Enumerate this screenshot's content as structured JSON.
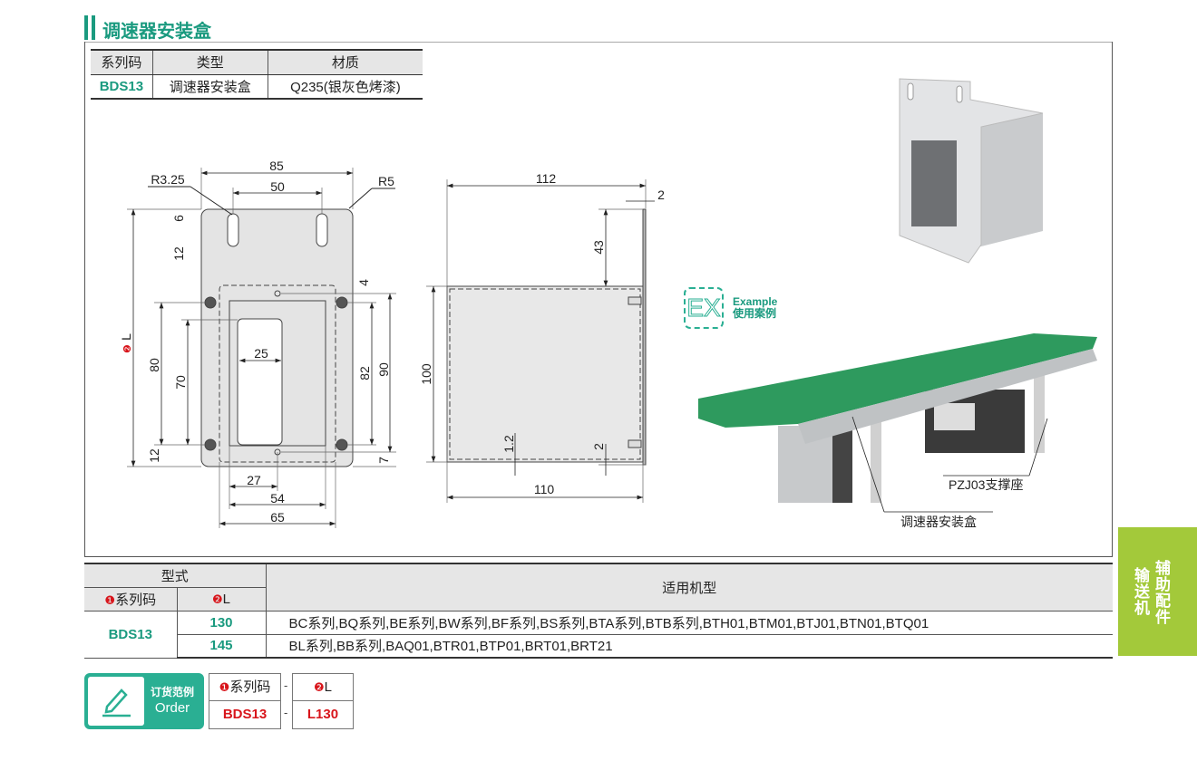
{
  "title": "调速器安装盒",
  "spec_table": {
    "headers": [
      "系列码",
      "类型",
      "材质"
    ],
    "row": [
      "BDS13",
      "调速器安装盒",
      "Q235(银灰色烤漆)"
    ]
  },
  "drawing": {
    "front": {
      "w85": "85",
      "w50": "50",
      "r325": "R3.25",
      "r5": "R5",
      "d6": "6",
      "d12a": "12",
      "L": "L",
      "badge2": "❷",
      "d80": "80",
      "d70": "70",
      "d12b": "12",
      "d25": "25",
      "d4": "4",
      "d82": "82",
      "d90": "90",
      "d7": "7",
      "d27": "27",
      "d54": "54",
      "d65": "65"
    },
    "side": {
      "d112": "112",
      "d2a": "2",
      "d43": "43",
      "d100": "100",
      "d12": "1.2",
      "d2b": "2",
      "d110": "110"
    }
  },
  "example": {
    "ex": "EX",
    "en": "Example",
    "cn": "使用案例",
    "callout_support": "PZJ03支撑座",
    "callout_box": "调速器安装盒"
  },
  "models_table": {
    "header_group": "型式",
    "col1": "系列码",
    "col2": "L",
    "col3": "适用机型",
    "badge1": "❶",
    "badge2": "❷",
    "code": "BDS13",
    "rows": [
      {
        "L": "130",
        "models": "BC系列,BQ系列,BE系列,BW系列,BF系列,BS系列,BTA系列,BTB系列,BTH01,BTM01,BTJ01,BTN01,BTQ01"
      },
      {
        "L": "145",
        "models": "BL系列,BB系列,BAQ01,BTR01,BTP01,BRT01,BRT21"
      }
    ]
  },
  "order": {
    "cn": "订货范例",
    "en": "Order",
    "h1": "系列码",
    "h2": "L",
    "b1": "❶",
    "b2": "❷",
    "v1": "BDS13",
    "v2": "L130",
    "sep": "-"
  },
  "side_tab": {
    "line1": "辅助配件",
    "line2": "输送机"
  },
  "colors": {
    "brand_green": "#1a9a7f",
    "accent_red": "#d8151b",
    "tab_green": "#a3c93a"
  }
}
